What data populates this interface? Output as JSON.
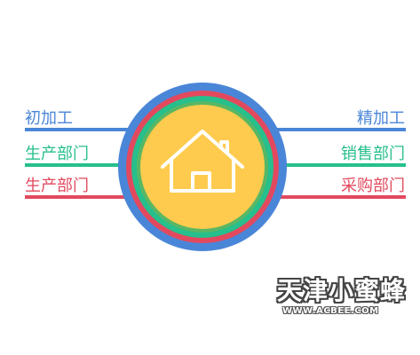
{
  "labels": {
    "left_top": "初加工",
    "left_mid": "生产部门",
    "left_bottom": "生产部门",
    "right_top": "精加工",
    "right_mid": "销售部门",
    "right_bottom": "采购部门"
  },
  "watermark": {
    "title": "天津小蜜蜂",
    "url": "WWW.ACBEE.COM"
  },
  "colors": {
    "blue": "#4a86d8",
    "teal": "#27bf8c",
    "red": "#e2495e",
    "yellow": "#fecb4e",
    "green": "#59b764",
    "house": "#ffffff"
  },
  "icons": {
    "center": "house-icon"
  }
}
